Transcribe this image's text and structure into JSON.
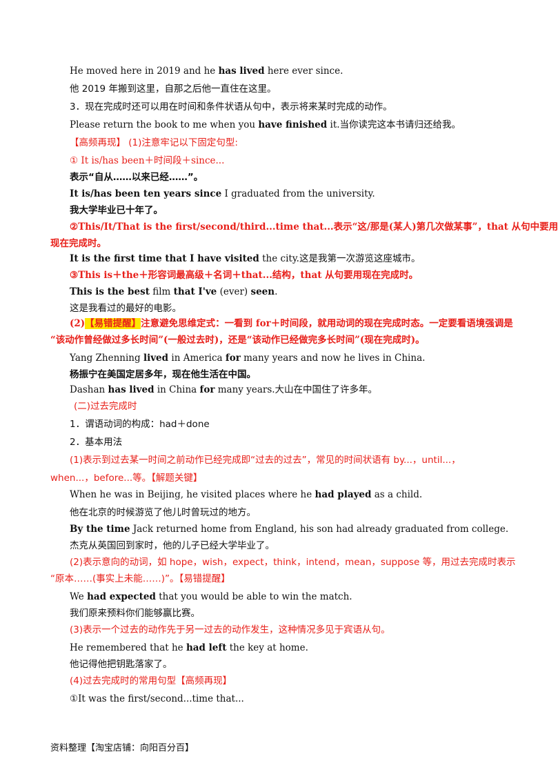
{
  "l1": {
    "a": "He moved here in 2019 and he ",
    "b": "has lived",
    "c": " here ever since."
  },
  "l2": "他 2019 年搬到这里，自那之后他一直住在这里。",
  "l3": "3．现在完成时还可以用在时间和条件状语从句中，表示将来某时完成的动作。",
  "l4": {
    "a": "Please return the book to me when you ",
    "b": "have finished",
    "c": " it.当你读完这本书请归还给我。"
  },
  "l5": "【高频再现】 (1)注意牢记以下固定句型:",
  "l6": "① It is/has been＋时间段＋since...",
  "l7": "表示“自从……以来已经……”。",
  "l8": {
    "b": "It is/has been ten years since",
    "c": " I graduated from the university."
  },
  "l9": "我大学毕业已十年了。",
  "l10": "②This/It/That is the first/second/third...time that...表示“这/那是(某人)第几次做某事”，that 从句中要用",
  "l11": "现在完成时。",
  "l12": {
    "b": "It is the first time that I have visited",
    "c": " the city.这是我第一次游览这座城市。"
  },
  "l13": "③This is＋the＋形容词最高级＋名词＋that...结构，that 从句要用现在完成时。",
  "l14": {
    "b1": "This is the best",
    "c1": " film ",
    "b2": "that I've",
    "c2": " (ever) ",
    "b3": "seen",
    "c3": "."
  },
  "l15": "这是我看过的最好的电影。",
  "l16": {
    "a": "(2)",
    "b": "【易错提醒】",
    "c": "注意避免思维定式：一看到 for＋时间段，就用动词的现在完成时态。一定要看语境强调是"
  },
  "l17": "“该动作曾经做过多长时间”(一般过去时)，还是“该动作已经做完多长时间”(现在完成时)。",
  "l18": {
    "a": "Yang Zhenning ",
    "b": "lived",
    "c": " in America ",
    "d": "for",
    "e": " many years and now he lives in China."
  },
  "l19": "杨振宁在美国定居多年，现在他生活在中国。",
  "l20": {
    "a": "Dashan ",
    "b": "has lived",
    "c": " in China ",
    "d": "for",
    "e": " many years.大山在中国住了许多年。"
  },
  "l21": "(二)过去完成时",
  "l22": "1．谓语动词的构成：had＋done",
  "l23": "2．基本用法",
  "l24": "(1)表示到过去某一时间之前动作已经完成即“过去的过去”，常见的时间状语有 by...，until...，",
  "l25": "when...，before...等。【解题关键】",
  "l26": {
    "a": "When he was in Beijing, he visited places where he ",
    "b": "had played",
    "c": " as a child."
  },
  "l27": "他在北京的时候游览了他儿时曾玩过的地方。",
  "l28": {
    "b": "By the time",
    "c": " Jack returned home from England, his son had already graduated from college."
  },
  "l29": "杰克从英国回到家时，他的儿子已经大学毕业了。",
  "l30": "(2)表示意向的动词，如 hope，wish，expect，think，intend，mean，suppose 等，用过去完成时表示",
  "l31": "“原本……(事实上未能……)”。【易错提醒】",
  "l32": {
    "a": "We ",
    "b": "had expected",
    "c": " that you would be able to win the match."
  },
  "l33": "我们原来预料你们能够赢比赛。",
  "l34": "(3)表示一个过去的动作先于另一过去的动作发生，这种情况多见于宾语从句。",
  "l35": {
    "a": "He remembered that he ",
    "b": "had left",
    "c": " the key at home."
  },
  "l36": "他记得他把钥匙落家了。",
  "l37": "(4)过去完成时的常用句型【高频再现】",
  "l38": "①It was the first/second...time that...",
  "footer": "资料整理【淘宝店铺：向阳百分百】"
}
